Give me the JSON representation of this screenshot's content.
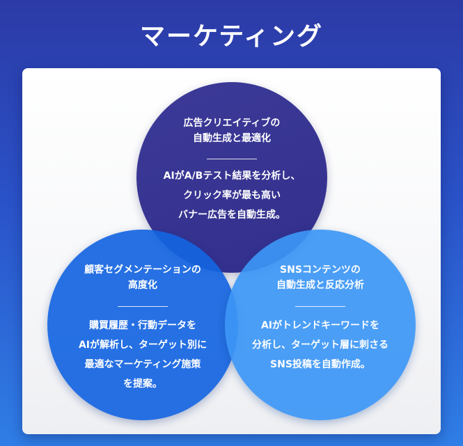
{
  "title": "マーケティング",
  "circles": [
    {
      "heading": "広告クリエイティブの\n自動生成と最適化",
      "body": "AIがA/Bテスト結果を分析し、\nクリック率が最も高い\nバナー広告を自動生成。"
    },
    {
      "heading": "顧客セグメンテーションの\n高度化",
      "body": "購買履歴・行動データを\nAIが解析し、ターゲット別に\n最適なマーケティング施策\nを提案。"
    },
    {
      "heading": "SNSコンテンツの\n自動生成と反応分析",
      "body": "AIがトレンドキーワードを\n分析し、ターゲット層に刺さる\nSNS投稿を自動作成。"
    }
  ],
  "colors": {
    "top_circle": "#3a3796",
    "left_circle": "#1464e1",
    "right_circle": "#3c96f5",
    "background_top": "#2c3aa6",
    "background_bottom": "#2f7ee6"
  }
}
